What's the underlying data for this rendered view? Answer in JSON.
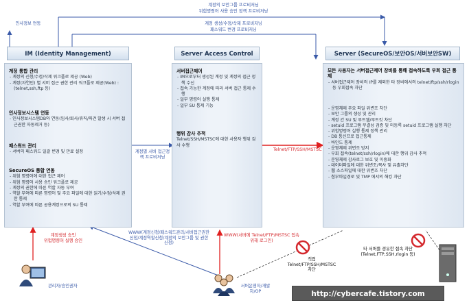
{
  "top_labels": {
    "sync_left": "인사정보 연동",
    "top_line1": "계정의 보안그룹 프로비저닝",
    "top_line2": "위험명령어 사용 승인 정책 프로비저닝",
    "mid_line1": "계정 생성/수정/삭제 프로비저닝",
    "mid_line2": "패스워드 변경 프로비저닝"
  },
  "im": {
    "header": "IM (Identity Management)",
    "sections": [
      {
        "title": "계정 통합 관리",
        "items": [
          "계정의 신청/수정/삭제 워크플로 제공 (Web)",
          "계정(자연인) 별 서버 접근 권한 관리 워크플로 제공(Web) : (telnet,ssh,ftp 등)"
        ]
      },
      {
        "title": "인사정보시스템 연동",
        "items": [
          "인사정보시스템DB와 연동(입사/퇴사/휴직/파견 발생 시 서버 접근권한 자동제거 등)"
        ]
      },
      {
        "title": "패스워드 관리",
        "items": [
          "서버의 패스워드 일괄 변경 및 만료 설정"
        ]
      },
      {
        "title": "SecureOS 통합 연동",
        "items": [
          "위험 명령어에 대한 접근 제어",
          "위험 명령어 사용 승인 워크플로 제공",
          "계정의 권한에 따른 역할 자동 부여",
          "역할 부여에 따른 명령어 및 주요 파일에 대한 읽기/수정/삭제 권한 통제",
          "역할 부여에 따른 공용계정으로의 SU 통제"
        ]
      }
    ]
  },
  "sac": {
    "header": "Server Access Control",
    "sections": [
      {
        "title": "서버접근제어",
        "items": [
          "IM으로부터 생성된 계정 및 계정의 접근 정책 수신",
          "접속 가능한 계정에 따라 서버 접근 통제 수행",
          "일부 명령어 실행 통제",
          "일부 SU 통제 기능"
        ]
      },
      {
        "title": "행위 감사 추적",
        "plain": "Telnet/SSH/MSTSC에 대한 사용자 행위 감사 수행"
      }
    ]
  },
  "srv": {
    "header": "Server (SecureOS/보안OS/서버보안SW)",
    "sections": [
      {
        "title": "모든 사용자는 서버접근제어 장비를 통해 접속하도록 우회 접근 통제",
        "items": [
          "서버접근제어 장비의 IP를 제외한 타 장비에서의 telnet/ftp/ssh/rlogin 등 우회접속 차단"
        ]
      },
      {
        "title": "",
        "items": [
          "운영체제 주요 파일 위변조 차단",
          "보안 그룹의 생성 및 관리",
          "계정 간 SU 및 루트쉘/루트킷 차단",
          "setuid 프로그램 무결성 검증 및 미등록 setuid 프로그램 실행 차단",
          "위험명령어 실행 통제 정책 관리",
          "DB 통신프로 접근통제",
          "바인드 통제",
          "운영체제 위변조 방지",
          "우회 접속(telnet/ssh/rlogin)에 대한 행위 감사 추적",
          "운영체제 감사로그 보호 및 이중화",
          "데이터파일에 대한 위변조/복사 및 유출차단",
          "웹 소스파일에 대한 위변조 차단",
          "첨부파일경로 및 TMP 에서의 해킹 차단"
        ]
      }
    ]
  },
  "arrows": {
    "im_to_sac": "계정별 서버 접근정책 프로비저닝",
    "sac_to_srv": "Telnet/FTP/SSH/MSTSC",
    "www_admin": "WWW(계정신청/패스워드관리/서버접근권한신청/계정역할신청/계정의 보안그룹 및 권한 신청)",
    "www_ops": "WWW(서버에 Telnet/FTP/MSTSC 접속위해 로그인)",
    "red_admin": "계정생성 승인\n위험명령어 실행 승인",
    "direct_block": "직접 Telnet/FTP/SSH/MSTSC 차단",
    "other_block": "타 서버를 경유한 접속 차단 (Telnet,FTP,SSH,rlogin 등)"
  },
  "actors": {
    "admin": "관리자/승인권자",
    "operator": "서버운영자/개발자/OP"
  },
  "url": "http://cybercafe.tistory.com",
  "colors": {
    "blue_arrow": "#3a5aa8",
    "red_arrow": "#e02020",
    "panel": "#e6edf6"
  }
}
